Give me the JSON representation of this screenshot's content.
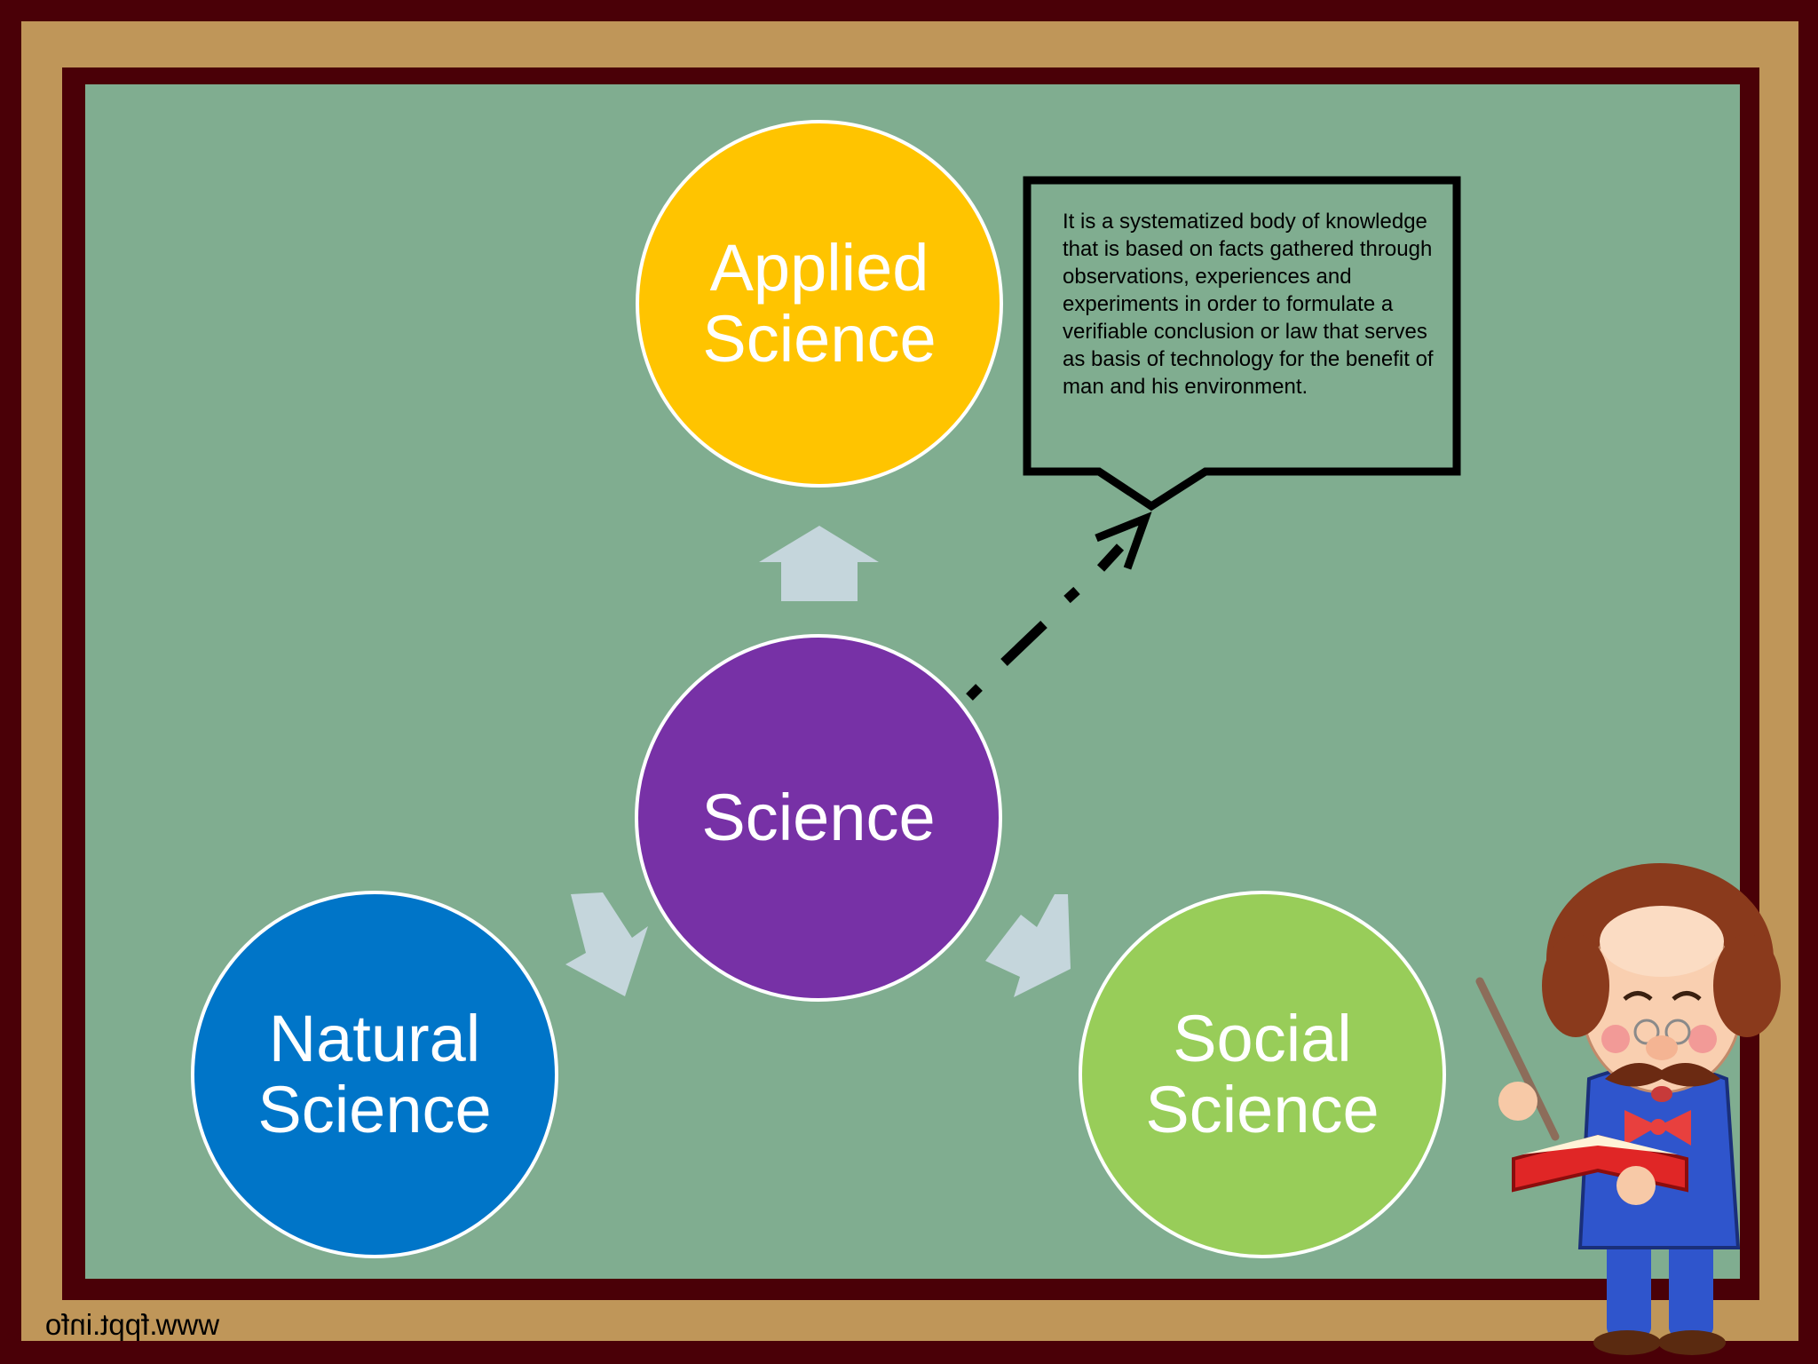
{
  "diagram": {
    "center": {
      "label": "Science",
      "color": "#7731a6"
    },
    "branches": [
      {
        "label": "Applied\nScience",
        "color": "#ffc400"
      },
      {
        "label": "Natural\nScience",
        "color": "#0075c8"
      },
      {
        "label": "Social\nScience",
        "color": "#98cd59"
      }
    ],
    "callout": {
      "text": "It is a systematized body of knowledge that is based on facts gathered through observations, experiences and experiments in order to formulate a verifiable conclusion or law that serves as basis of technology for the benefit of man and his environment."
    },
    "arrow_color": "#c5d6dc",
    "board_color": "#80ad90"
  },
  "watermark": "www.fppt.info"
}
